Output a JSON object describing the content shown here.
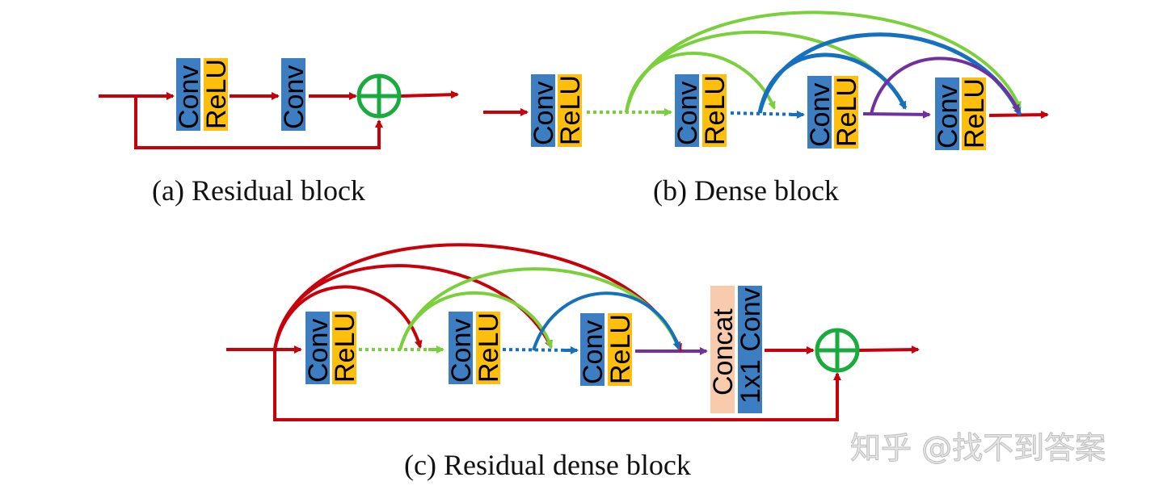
{
  "colors": {
    "conv": "#3d7dc1",
    "relu": "#fdbf0c",
    "concat": "#f8cbad",
    "red": "#c8000a",
    "green": "#79d03a",
    "blue": "#1570c0",
    "purple": "#7030a0",
    "sum": "#1aab3f"
  },
  "labels": {
    "conv": "Conv",
    "relu": "ReLU",
    "concat": "Concat",
    "conv1x1": "1x1 Conv"
  },
  "captions": {
    "a": "(a)  Residual block",
    "b": "(b)  Dense block",
    "c": "(c)  Residual dense block"
  },
  "watermark": "知乎 @找不到答案"
}
